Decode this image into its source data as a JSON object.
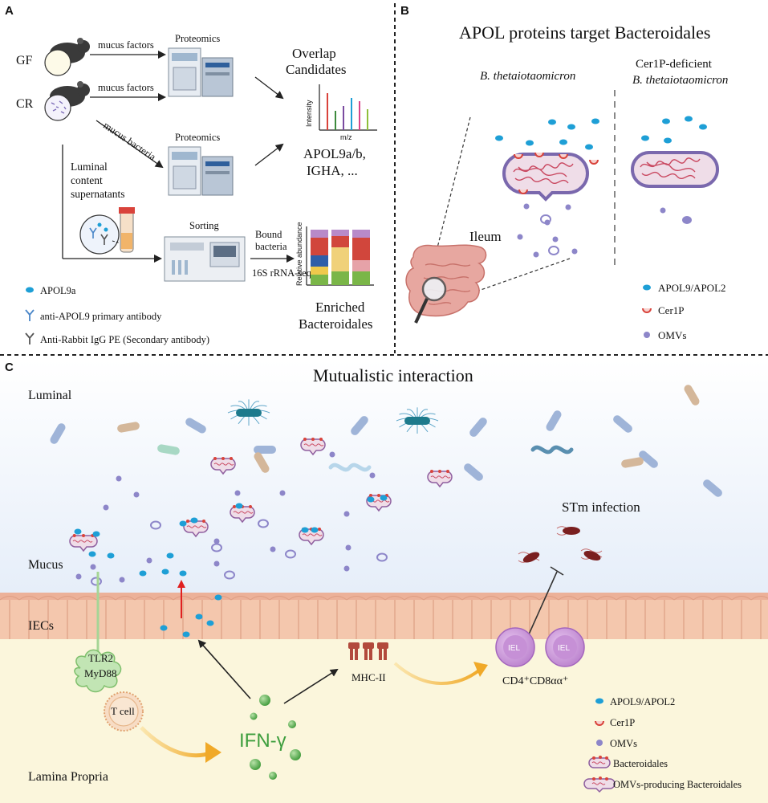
{
  "panels": {
    "A": {
      "letter": "A",
      "gf": "GF",
      "cr": "CR",
      "mucus_factors_1": "mucus factors",
      "mucus_factors_2": "mucus factors",
      "mucus_bacteria": "mucus bacteria",
      "proteomics_1": "Proteomics",
      "proteomics_2": "Proteomics",
      "overlap_1": "Overlap",
      "overlap_2": "Candidates",
      "intensity": "Intensity",
      "mz": "m/z",
      "apol_line1": "APOL9a/b,",
      "apol_line2": "IGHA, ...",
      "luminal_1": "Luminal",
      "luminal_2": "content",
      "luminal_3": "supernatants",
      "sorting": "Sorting",
      "bound_1": "Bound",
      "bound_2": "bacteria",
      "rrna": "16S rRNA-seq",
      "rel_abundance": "Relative abundance",
      "enriched_1": "Enriched",
      "enriched_2": "Bacteroidales",
      "legend": [
        {
          "label": "APOL9a",
          "icon": "apol-dot-icon"
        },
        {
          "label": "anti-APOL9 primary antibody",
          "icon": "primary-antibody-icon"
        },
        {
          "label": "Anti-Rabbit IgG PE (Secondary antibody)",
          "icon": "secondary-antibody-icon"
        }
      ]
    },
    "B": {
      "letter": "B",
      "title": "APOL proteins target Bacteroidales",
      "bt": "B. thetaiotaomicron",
      "cer_1": "Cer1P-deficient",
      "cer_2": "B. thetaiotaomicron",
      "ileum": "Ileum",
      "legend": [
        {
          "label": "APOL9/APOL2",
          "icon": "apol-dot-icon"
        },
        {
          "label": "Cer1P",
          "icon": "cer1p-icon"
        },
        {
          "label": "OMVs",
          "icon": "omv-icon"
        }
      ]
    },
    "C": {
      "letter": "C",
      "title": "Mutualistic interaction",
      "luminal": "Luminal",
      "mucus": "Mucus",
      "iecs": "IECs",
      "lamina": "Lamina Propria",
      "stm": "STm infection",
      "tlr2": "TLR2",
      "myd88": "MyD88",
      "tcell": "T cell",
      "ifng": "IFN-γ",
      "mhc": "MHC-II",
      "iel": "IEL",
      "cd4": "CD4⁺CD8αα⁺",
      "legend": [
        {
          "label": "APOL9/APOL2",
          "icon": "apol-dot-icon"
        },
        {
          "label": "Cer1P",
          "icon": "cer1p-icon"
        },
        {
          "label": "OMVs",
          "icon": "omv-icon"
        },
        {
          "label": "Bacteroidales",
          "icon": "bacteroidales-icon"
        },
        {
          "label": "OMVs-producing Bacteroidales",
          "icon": "omv-bacteroidales-icon"
        }
      ]
    }
  },
  "colors": {
    "apol": "#1e9fd6",
    "cer1p": "#d9433b",
    "omv": "#8d86c9",
    "bacteroidales_fill": "#e9c8d8",
    "ifn": "#3e9e3e",
    "iec": "#f4c7ad",
    "lamina": "#fbf6dc",
    "arrow_orange": "#f0b53c"
  }
}
